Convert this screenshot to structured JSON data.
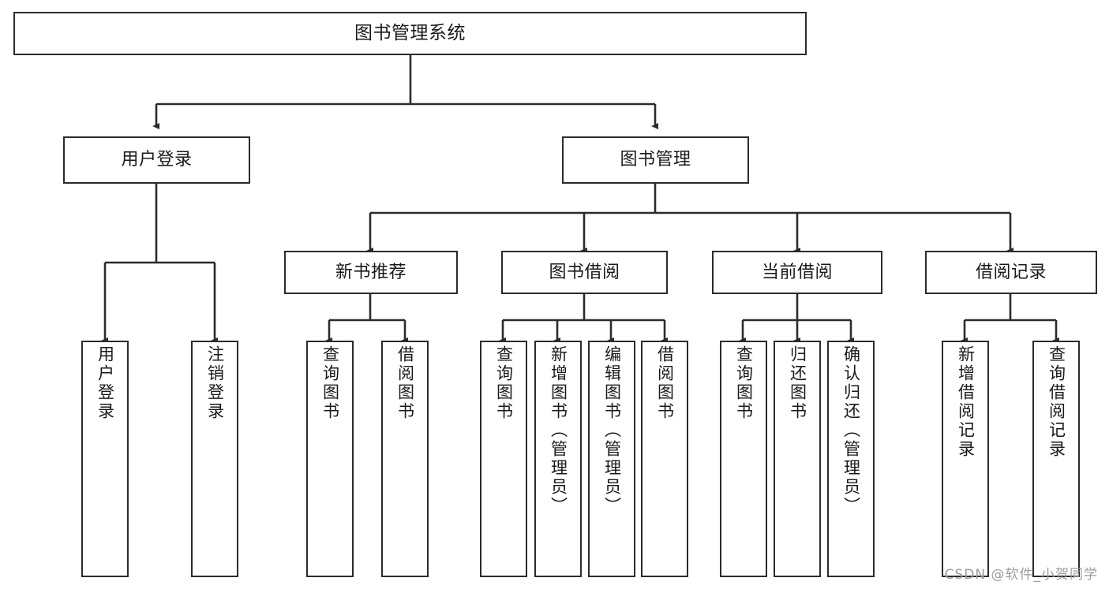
{
  "diagram": {
    "title": "图书管理系统",
    "type": "tree-hierarchy",
    "root": {
      "label": "图书管理系统"
    },
    "level1": [
      {
        "label": "用户登录"
      },
      {
        "label": "图书管理"
      }
    ],
    "level2": [
      {
        "label": "新书推荐"
      },
      {
        "label": "图书借阅"
      },
      {
        "label": "当前借阅"
      },
      {
        "label": "借阅记录"
      }
    ],
    "leaves": {
      "user_login": [
        {
          "label": "用户登录"
        },
        {
          "label": "注销登录"
        }
      ],
      "new_book_recommend": [
        {
          "label": "查询图书"
        },
        {
          "label": "借阅图书"
        }
      ],
      "book_borrow": [
        {
          "label": "查询图书"
        },
        {
          "label": "新增图书（管理员）"
        },
        {
          "label": "编辑图书（管理员）"
        },
        {
          "label": "借阅图书"
        }
      ],
      "current_borrow": [
        {
          "label": "查询图书"
        },
        {
          "label": "归还图书"
        },
        {
          "label": "确认归还（管理员）"
        }
      ],
      "borrow_record": [
        {
          "label": "新增借阅记录"
        },
        {
          "label": "查询借阅记录"
        }
      ]
    }
  },
  "watermark": {
    "text": "CSDN @软件_小贺同学"
  },
  "colors": {
    "stroke": "#2b2b2b",
    "background": "#ffffff",
    "text": "#1a1a1a",
    "watermark": "#9d9d9d"
  }
}
